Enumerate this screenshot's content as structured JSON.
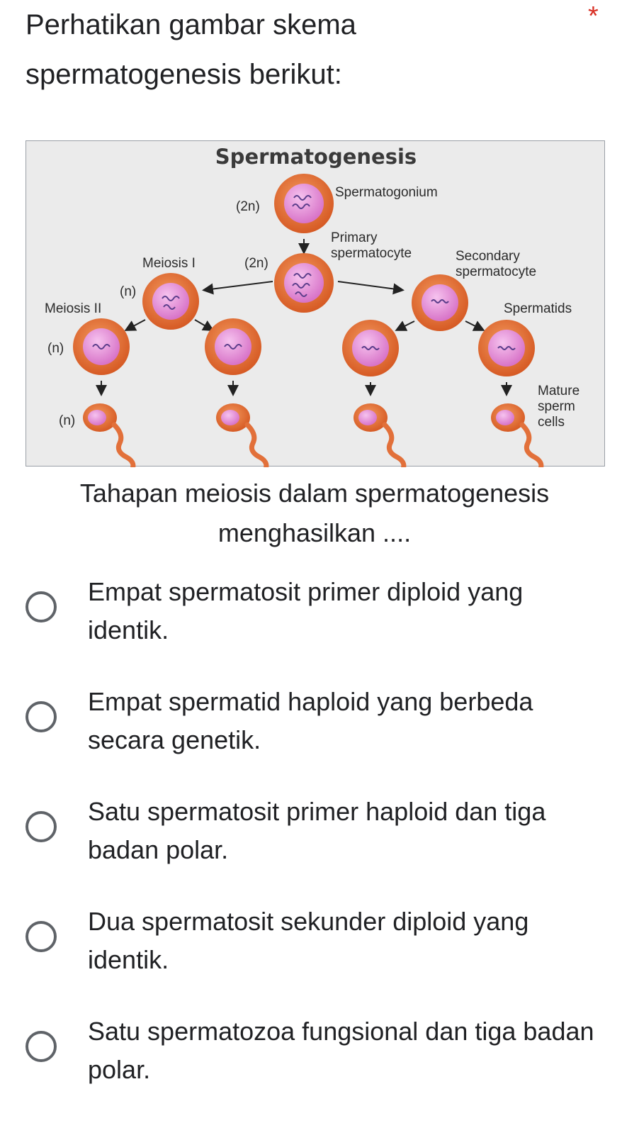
{
  "question": {
    "title": "Perhatikan gambar skema spermatogenesis berikut:",
    "required_mark": "*",
    "prompt": "Tahapan meiosis dalam spermatogenesis menghasilkan ...."
  },
  "figure": {
    "title": "Spermatogenesis",
    "labels": {
      "spermatogonium": "Spermatogonium",
      "primary_1": "Primary",
      "primary_2": "spermatocyte",
      "secondary_1": "Secondary",
      "secondary_2": "spermatocyte",
      "spermatids": "Spermatids",
      "mature_1": "Mature",
      "mature_2": "sperm",
      "mature_3": "cells",
      "meiosis1": "Meiosis I",
      "meiosis2": "Meiosis II",
      "ploidy_2n_a": "(2n)",
      "ploidy_2n_b": "(2n)",
      "ploidy_n_a": "(n)",
      "ploidy_n_b": "(n)",
      "ploidy_n_c": "(n)"
    },
    "colors": {
      "cell_outer": "#e2703a",
      "cell_inner": "#e58ad6",
      "background": "#ebebeb"
    }
  },
  "options": [
    {
      "text": "Empat spermatosit primer diploid yang identik.",
      "selected": false
    },
    {
      "text": "Empat spermatid haploid yang berbeda secara genetik.",
      "selected": false
    },
    {
      "text": "Satu spermatosit primer haploid dan tiga badan polar.",
      "selected": false
    },
    {
      "text": "Dua spermatosit sekunder diploid yang identik.",
      "selected": false
    },
    {
      "text": "Satu spermatozoa fungsional dan tiga badan polar.",
      "selected": false
    }
  ]
}
